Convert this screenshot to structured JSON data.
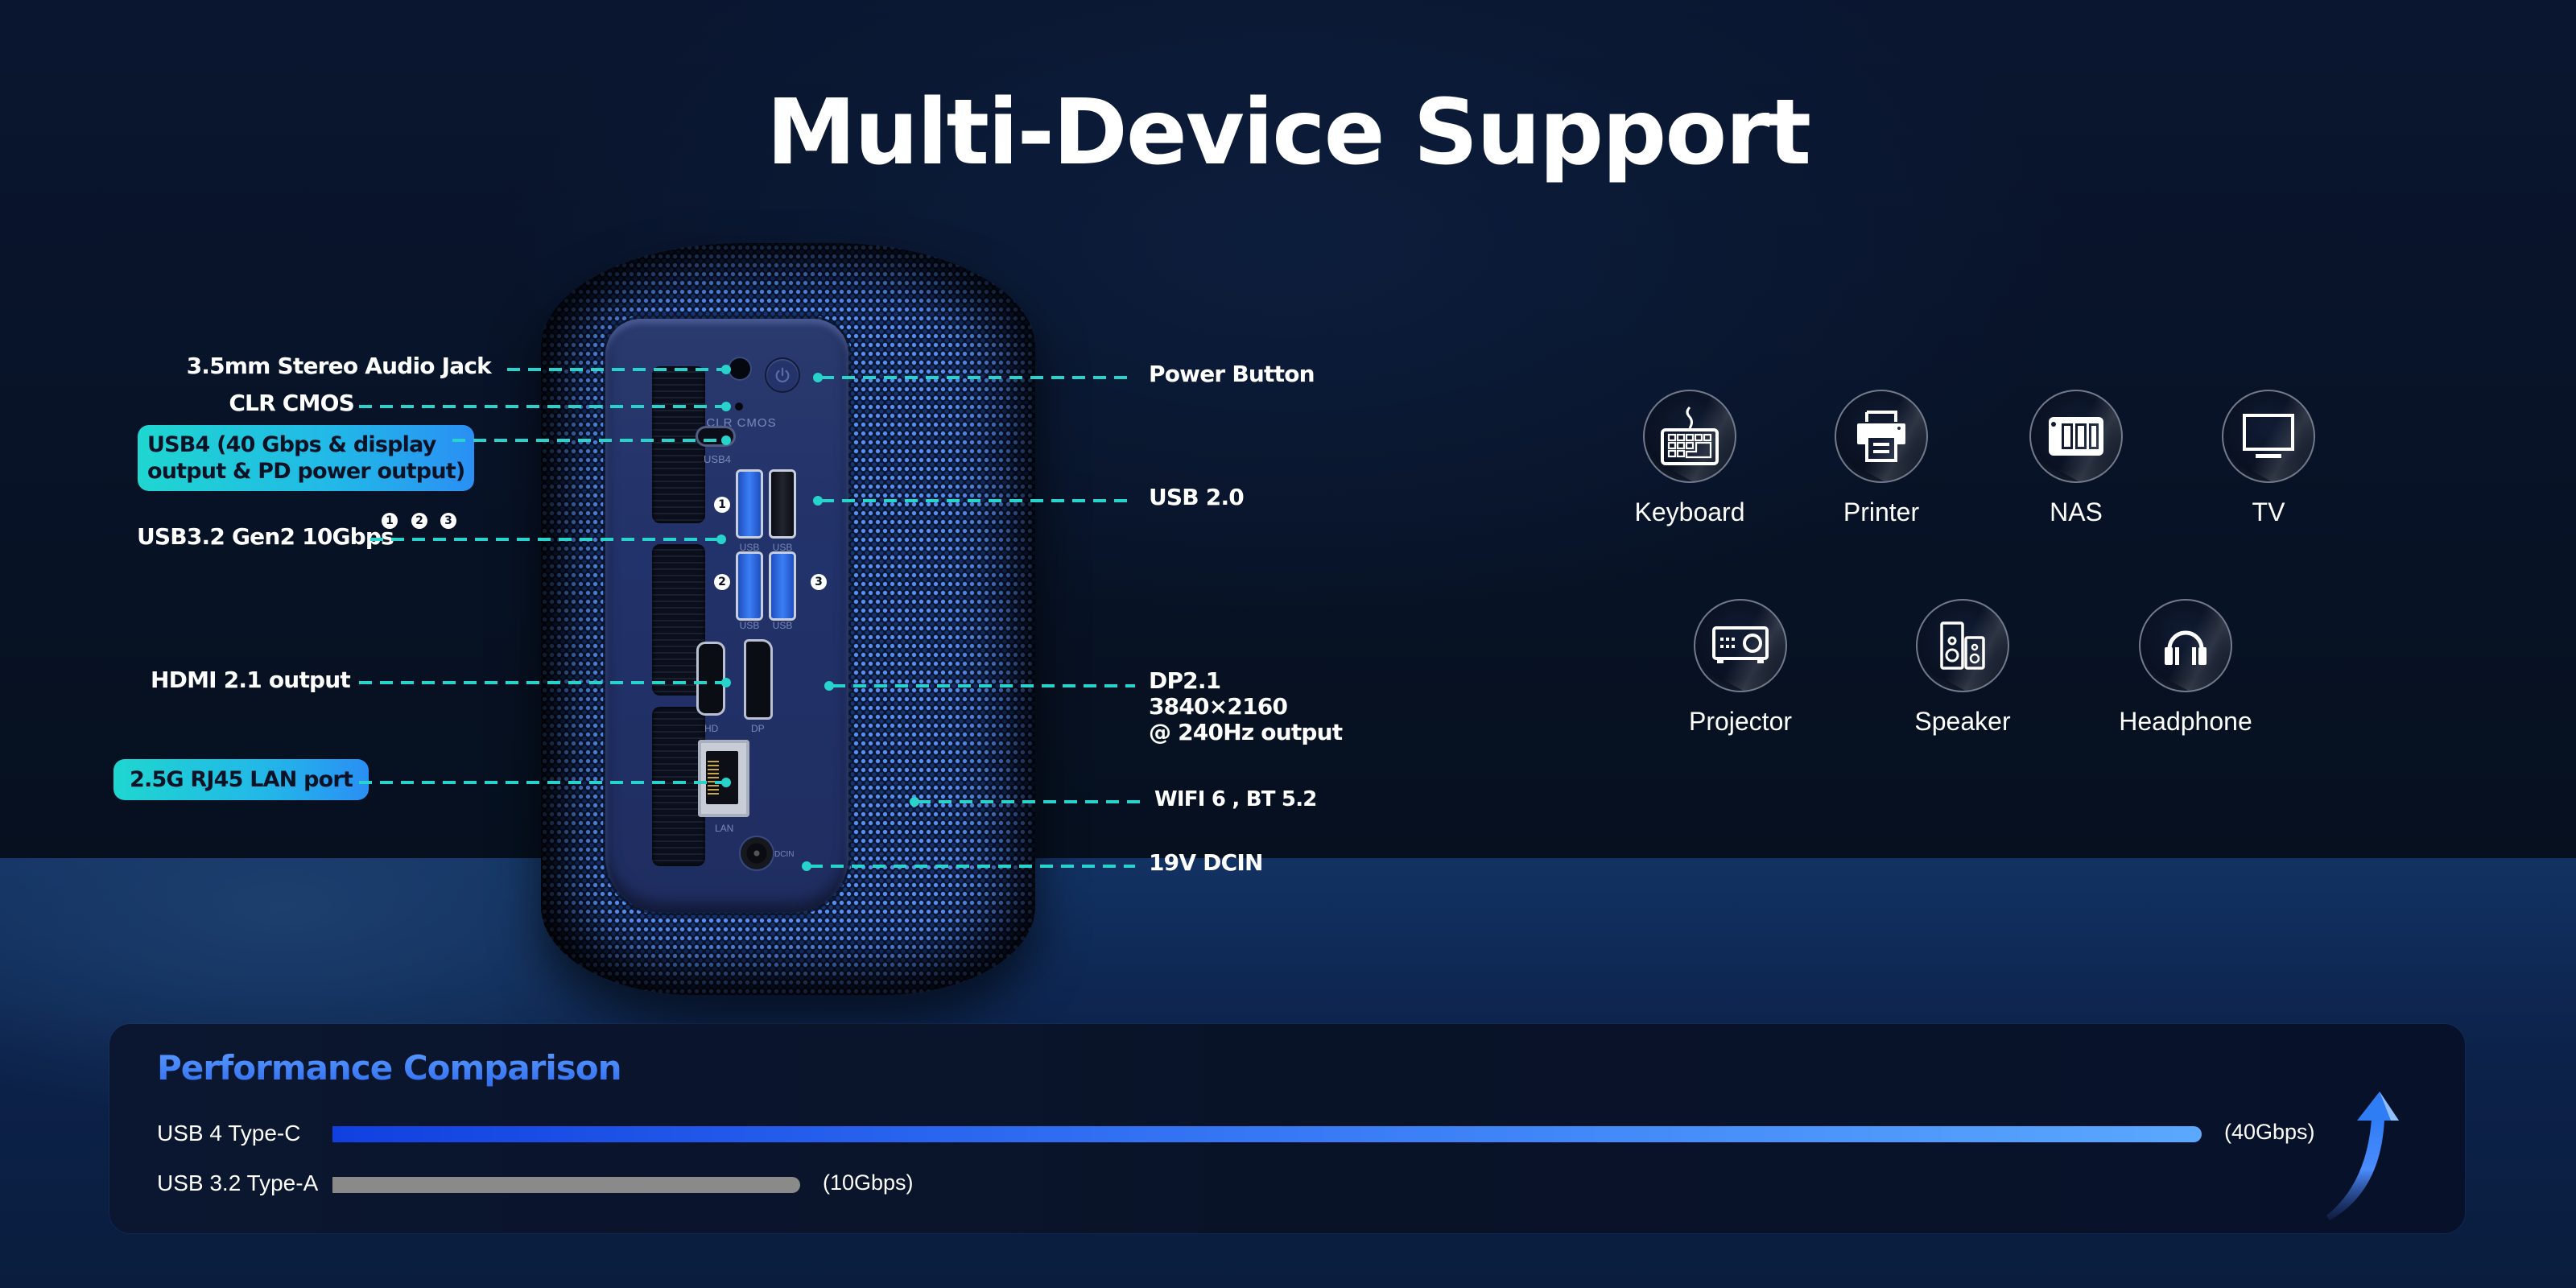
{
  "page": {
    "title": "Multi-Device Support"
  },
  "device": {
    "panel_text": {
      "clr_cmos": "CLR CMOS",
      "usb4": "USB4",
      "usb": "USB",
      "hd": "HD",
      "dp": "DP",
      "lan": "LAN",
      "dcin": "DCIN"
    }
  },
  "ports_left": [
    {
      "label": "3.5mm Stereo Audio Jack",
      "style": "plain"
    },
    {
      "label": "CLR CMOS",
      "style": "plain"
    },
    {
      "label": "USB4 (40 Gbps & display output & PD power output)",
      "line1": "USB4 (40 Gbps & display",
      "line2": "output & PD power output)",
      "style": "highlight"
    },
    {
      "label": "USB3.2 Gen2 10Gbps",
      "style": "plain",
      "badges": [
        "1",
        "2",
        "3"
      ]
    },
    {
      "label": "HDMI 2.1 output",
      "style": "plain"
    },
    {
      "label": "2.5G RJ45 LAN port",
      "style": "highlight"
    }
  ],
  "ports_right": [
    {
      "label": "Power Button"
    },
    {
      "label": "USB 2.0"
    },
    {
      "label": "DP2.1 3840×2160 @ 240Hz output",
      "line1": "DP2.1",
      "line2": "3840×2160",
      "line3": "@ 240Hz output"
    },
    {
      "label": "WIFI 6 , BT 5.2"
    },
    {
      "label": "19V DCIN"
    }
  ],
  "usb_badges": [
    "1",
    "2",
    "3"
  ],
  "devices": [
    {
      "name": "Keyboard",
      "icon": "keyboard-icon"
    },
    {
      "name": "Printer",
      "icon": "printer-icon"
    },
    {
      "name": "NAS",
      "icon": "nas-icon"
    },
    {
      "name": "TV",
      "icon": "tv-icon"
    },
    {
      "name": "Projector",
      "icon": "projector-icon"
    },
    {
      "name": "Speaker",
      "icon": "speaker-icon"
    },
    {
      "name": "Headphone",
      "icon": "headphone-icon"
    }
  ],
  "colors": {
    "callout": "#27d3cb",
    "highlight_start": "#1fd6d0",
    "highlight_end": "#2a8ff4",
    "usb4_bar_start": "#1140e0",
    "usb4_bar_end": "#5aa8ff",
    "usb32_bar": "#8a8a8a",
    "perf_title": "#3f7ff5"
  },
  "chart_data": {
    "type": "bar",
    "orientation": "horizontal",
    "title": "Performance Comparison",
    "categories": [
      "USB 4 Type-C",
      "USB 3.2 Type-A"
    ],
    "values": [
      40,
      10
    ],
    "unit": "Gbps",
    "value_labels": [
      "(40Gbps)",
      "(10Gbps)"
    ],
    "xlabel": "",
    "ylabel": "",
    "xlim": [
      0,
      40
    ],
    "grid": false,
    "legend": "none"
  }
}
